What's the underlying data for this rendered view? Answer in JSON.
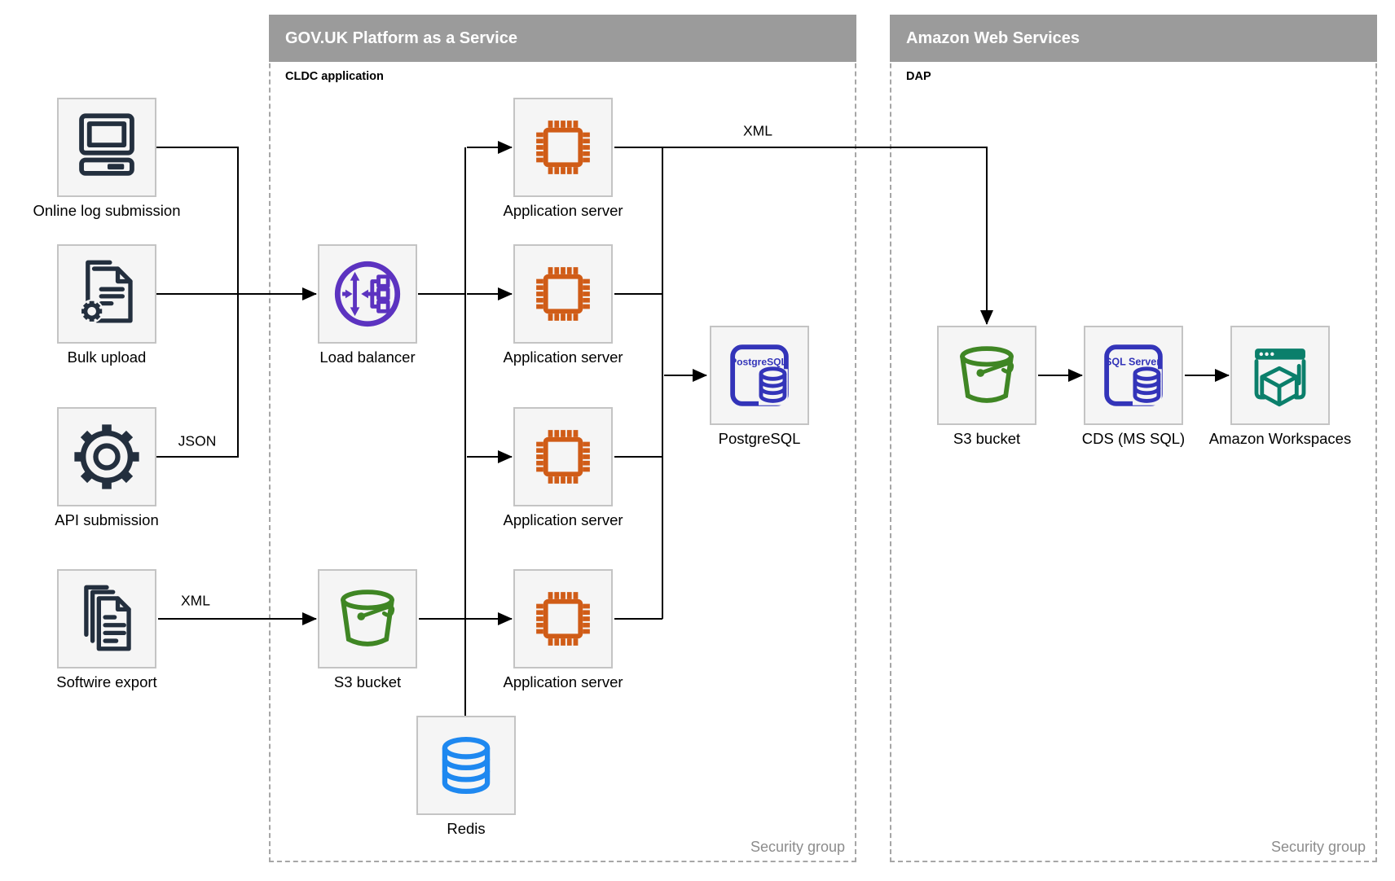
{
  "diagram": {
    "containers": {
      "paas": {
        "title": "GOV.UK Platform as a Service",
        "sublabel": "CLDC application",
        "footer": "Security group"
      },
      "aws": {
        "title": "Amazon Web Services",
        "sublabel": "DAP",
        "footer": "Security group"
      }
    },
    "nodes": {
      "online_log": {
        "label": "Online log submission",
        "icon": "desktop-computer-icon"
      },
      "bulk_upload": {
        "label": "Bulk upload",
        "icon": "documents-gear-icon"
      },
      "api_submission": {
        "label": "API submission",
        "icon": "gear-icon"
      },
      "softwire_export": {
        "label": "Softwire export",
        "icon": "documents-icon"
      },
      "load_balancer": {
        "label": "Load balancer",
        "icon": "load-balancer-icon"
      },
      "app_server_1": {
        "label": "Application server",
        "icon": "chip-icon"
      },
      "app_server_2": {
        "label": "Application server",
        "icon": "chip-icon"
      },
      "app_server_3": {
        "label": "Application server",
        "icon": "chip-icon"
      },
      "app_server_4": {
        "label": "Application server",
        "icon": "chip-icon"
      },
      "s3_paas": {
        "label": "S3 bucket",
        "icon": "bucket-icon"
      },
      "postgresql": {
        "label": "PostgreSQL",
        "icon_text": "PostgreSQL",
        "icon": "postgresql-icon"
      },
      "redis": {
        "label": "Redis",
        "icon": "database-icon"
      },
      "s3_aws": {
        "label": "S3 bucket",
        "icon": "bucket-icon"
      },
      "cds": {
        "label": "CDS (MS SQL)",
        "icon_text": "SQL Server",
        "icon": "sql-server-icon"
      },
      "workspaces": {
        "label": "Amazon Workspaces",
        "icon": "workspaces-icon"
      }
    },
    "edge_labels": {
      "json": "JSON",
      "xml_export": "XML",
      "xml_feed": "XML"
    },
    "colors": {
      "header_bg": "#9B9B9B",
      "navy": "#232F3E",
      "orange": "#D05C17",
      "purple": "#5C33C0",
      "green": "#3F8624",
      "indigo": "#3334B9",
      "teal": "#0B7F6B",
      "blue": "#1E88F0",
      "line": "#000000"
    }
  }
}
